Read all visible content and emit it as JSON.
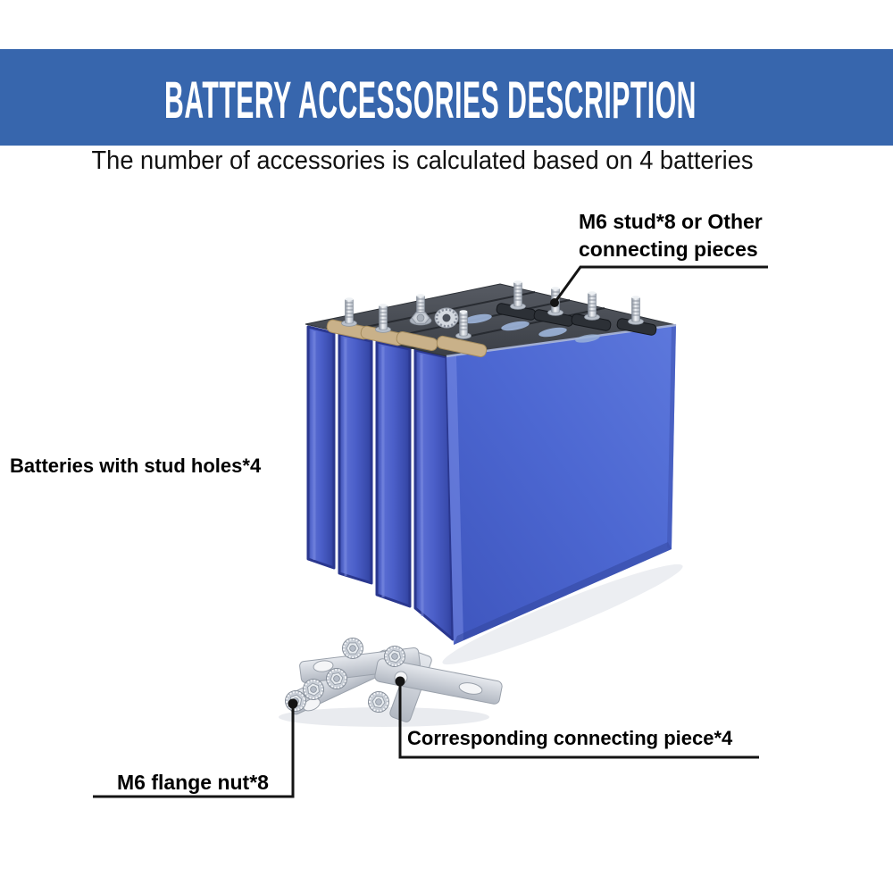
{
  "banner": {
    "title": "BATTERY ACCESSORIES DESCRIPTION"
  },
  "subtitle": "The number of accessories is calculated based on 4 batteries",
  "callouts": {
    "stud": {
      "line1": "M6 stud*8 or Other",
      "line2": "connecting pieces"
    },
    "batteries": "Batteries with stud holes*4",
    "connecting_piece": "Corresponding connecting piece*4",
    "flange_nut": "M6 flange nut*8"
  },
  "colors": {
    "banner_bg": "#3766ad",
    "banner_text": "#ffffff",
    "subtitle_text": "#111111",
    "callout_text": "#000000",
    "leader_line": "#141414",
    "battery_blue": "#4c66d0",
    "battery_top_gray": "#45494f",
    "terminal_pad_front": "#c9b189",
    "terminal_pad_back": "#2c3036",
    "metal_silver": "#ccd1d9"
  }
}
